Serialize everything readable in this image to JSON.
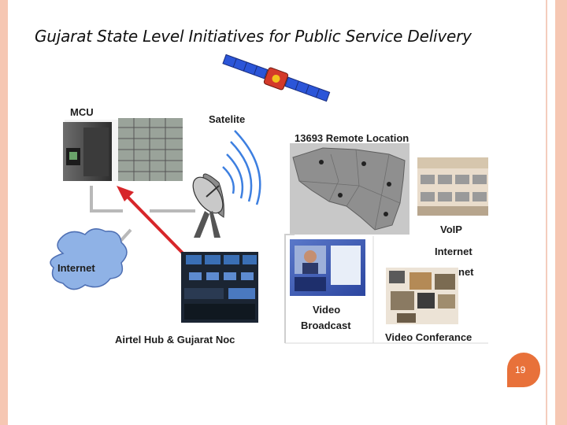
{
  "slide": {
    "title": "Gujarat State Level Initiatives for Public Service Delivery",
    "page_number": "19"
  },
  "diagram": {
    "labels": {
      "mcu": "MCU",
      "satellite": "Satelite",
      "remote": "13693 Remote Location",
      "internet_cloud": "Internet",
      "voip": "VoIP",
      "internet_right": "Internet",
      "internet_partial": "net",
      "video_broadcast_line1": "Video",
      "video_broadcast_line2": "Broadcast",
      "video_conference": "Video Conferance",
      "hub": "Airtel Hub & Gujarat Noc"
    }
  },
  "colors": {
    "accent": "#e8713a",
    "border": "#f6c7b3",
    "arrow": "#d7262a",
    "cloud": "#8fb2e6"
  }
}
